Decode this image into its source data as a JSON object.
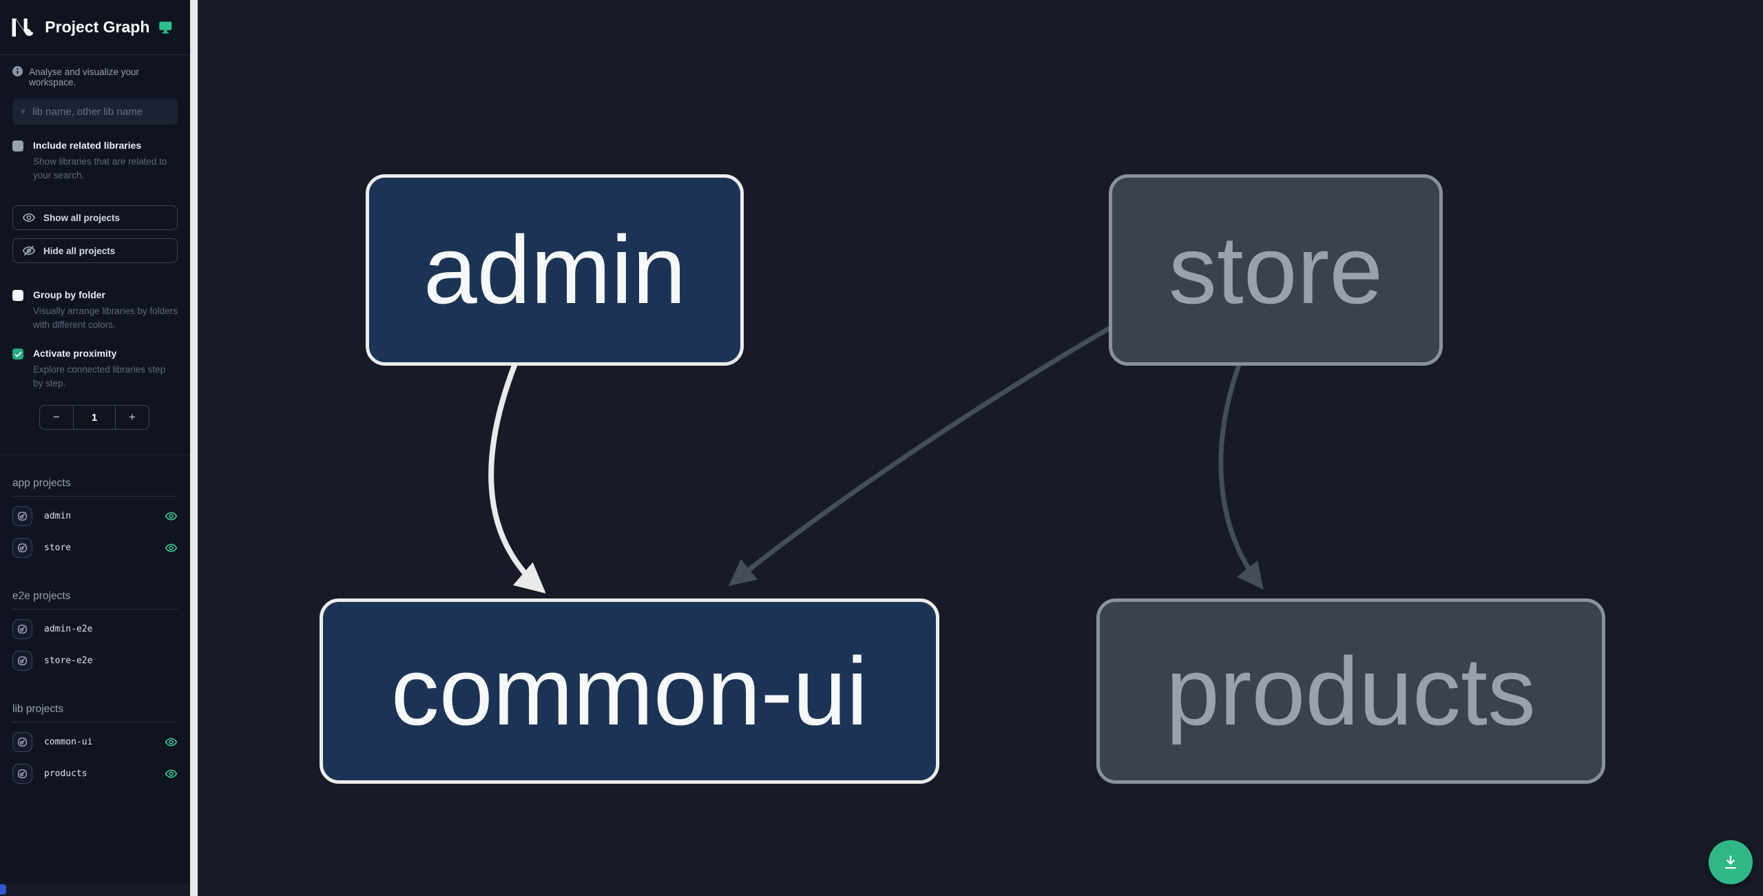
{
  "header": {
    "title": "Project Graph"
  },
  "sidebar": {
    "tagline": "Analyse and visualize your workspace.",
    "search": {
      "placeholder": "lib name, other lib name"
    },
    "include_related": {
      "label": "Include related libraries",
      "description": "Show libraries that are related to your search.",
      "checked": false
    },
    "show_all_label": "Show all projects",
    "hide_all_label": "Hide all projects",
    "group_by_folder": {
      "label": "Group by folder",
      "description": "Visually arrange libraries by folders with different colors.",
      "checked": false
    },
    "activate_proximity": {
      "label": "Activate proximity",
      "description": "Explore connected libraries step by step.",
      "checked": true
    },
    "stepper": {
      "decrement": "−",
      "value": "1",
      "increment": "+"
    },
    "sections": [
      {
        "title": "app projects",
        "items": [
          {
            "name": "admin",
            "visible": true
          },
          {
            "name": "store",
            "visible": true
          }
        ]
      },
      {
        "title": "e2e projects",
        "items": [
          {
            "name": "admin-e2e",
            "visible": false
          },
          {
            "name": "store-e2e",
            "visible": false
          }
        ]
      },
      {
        "title": "lib projects",
        "items": [
          {
            "name": "common-ui",
            "visible": true
          },
          {
            "name": "products",
            "visible": true
          }
        ]
      }
    ]
  },
  "graph": {
    "nodes": [
      {
        "id": "admin",
        "label": "admin",
        "state": "focused"
      },
      {
        "id": "store",
        "label": "store",
        "state": "dimmed"
      },
      {
        "id": "common-ui",
        "label": "common-ui",
        "state": "focused"
      },
      {
        "id": "products",
        "label": "products",
        "state": "dimmed"
      }
    ],
    "edges": [
      {
        "from": "admin",
        "to": "common-ui",
        "state": "focused"
      },
      {
        "from": "store",
        "to": "common-ui",
        "state": "dimmed"
      },
      {
        "from": "store",
        "to": "products",
        "state": "dimmed"
      }
    ]
  },
  "colors": {
    "accent_teal": "#2dbf8e",
    "eye_green": "#34d399",
    "node_focused_fill": "#1b3355",
    "node_focused_border": "#ececec",
    "node_dimmed_fill": "#3a4250",
    "node_dimmed_border": "#8b919c",
    "edge_focused": "#eaeaea",
    "edge_dimmed": "#454d5a",
    "sidebar_bg": "#0f1420",
    "canvas_bg": "#161b27",
    "fab_bg": "#2fb886"
  }
}
